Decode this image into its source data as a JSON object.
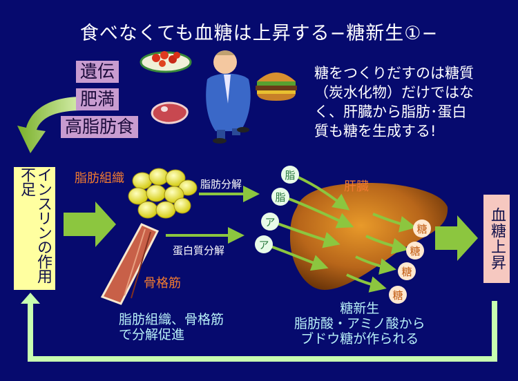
{
  "title": "食べなくても血糖は上昇する−糖新生①−",
  "risk_factors": [
    "遺伝",
    "肥満",
    "高脂肪食"
  ],
  "note": "糖をつくりだすのは糖質\n（炭水化物）だけではな\nく、肝臓から脂肪･蛋白\n質も糖を生成する!",
  "insulin_box": "インスリンの作用不足",
  "adipose_label": "脂肪組織",
  "muscle_label": "骨格筋",
  "fat_breakdown_label": "脂肪分解",
  "protein_breakdown_label": "蛋白質分解",
  "liver_label": "肝臓",
  "circle_inputs": [
    "脂",
    "脂",
    "ア",
    "ア"
  ],
  "sugar_outputs": [
    "糖",
    "糖",
    "糖",
    "糖"
  ],
  "blood_sugar_box": "血糖上昇",
  "bottom_left_text": "脂肪組織、骨格筋\nで分解促進",
  "bottom_right_text": "糖新生\n脂肪酸・アミノ酸から\nブドウ糖が作られる",
  "colors": {
    "background": "#060a6e",
    "arrow_green": "#8cc63f",
    "loop_arrow": "#c8ffb0"
  },
  "icons": [
    "food-plate-icon",
    "hamburger-icon",
    "meat-icon",
    "obese-man-icon",
    "fat-cells-icon",
    "muscle-icon",
    "liver-icon"
  ]
}
